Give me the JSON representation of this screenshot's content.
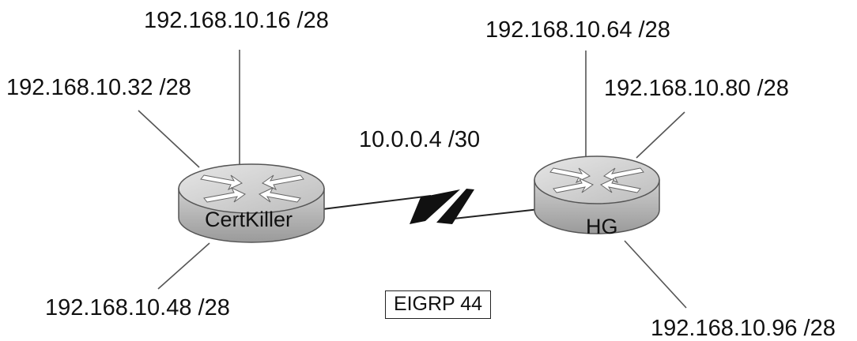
{
  "diagram": {
    "routers": [
      {
        "id": "certkiller",
        "name": "CertKiller"
      },
      {
        "id": "hg",
        "name": "HG"
      }
    ],
    "subnets": {
      "certkiller_top": "192.168.10.16 /28",
      "certkiller_left": "192.168.10.32 /28",
      "certkiller_bottom": "192.168.10.48 /28",
      "hg_top": "192.168.10.64 /28",
      "hg_right": "192.168.10.80 /28",
      "hg_bottom": "192.168.10.96 /28"
    },
    "wan_link": "10.0.0.4 /30",
    "routing_protocol": "EIGRP 44",
    "colors": {
      "router_body": "#b9b9b9",
      "router_top": "#d6d6d6",
      "lines": "#444444",
      "text": "#111111"
    }
  }
}
